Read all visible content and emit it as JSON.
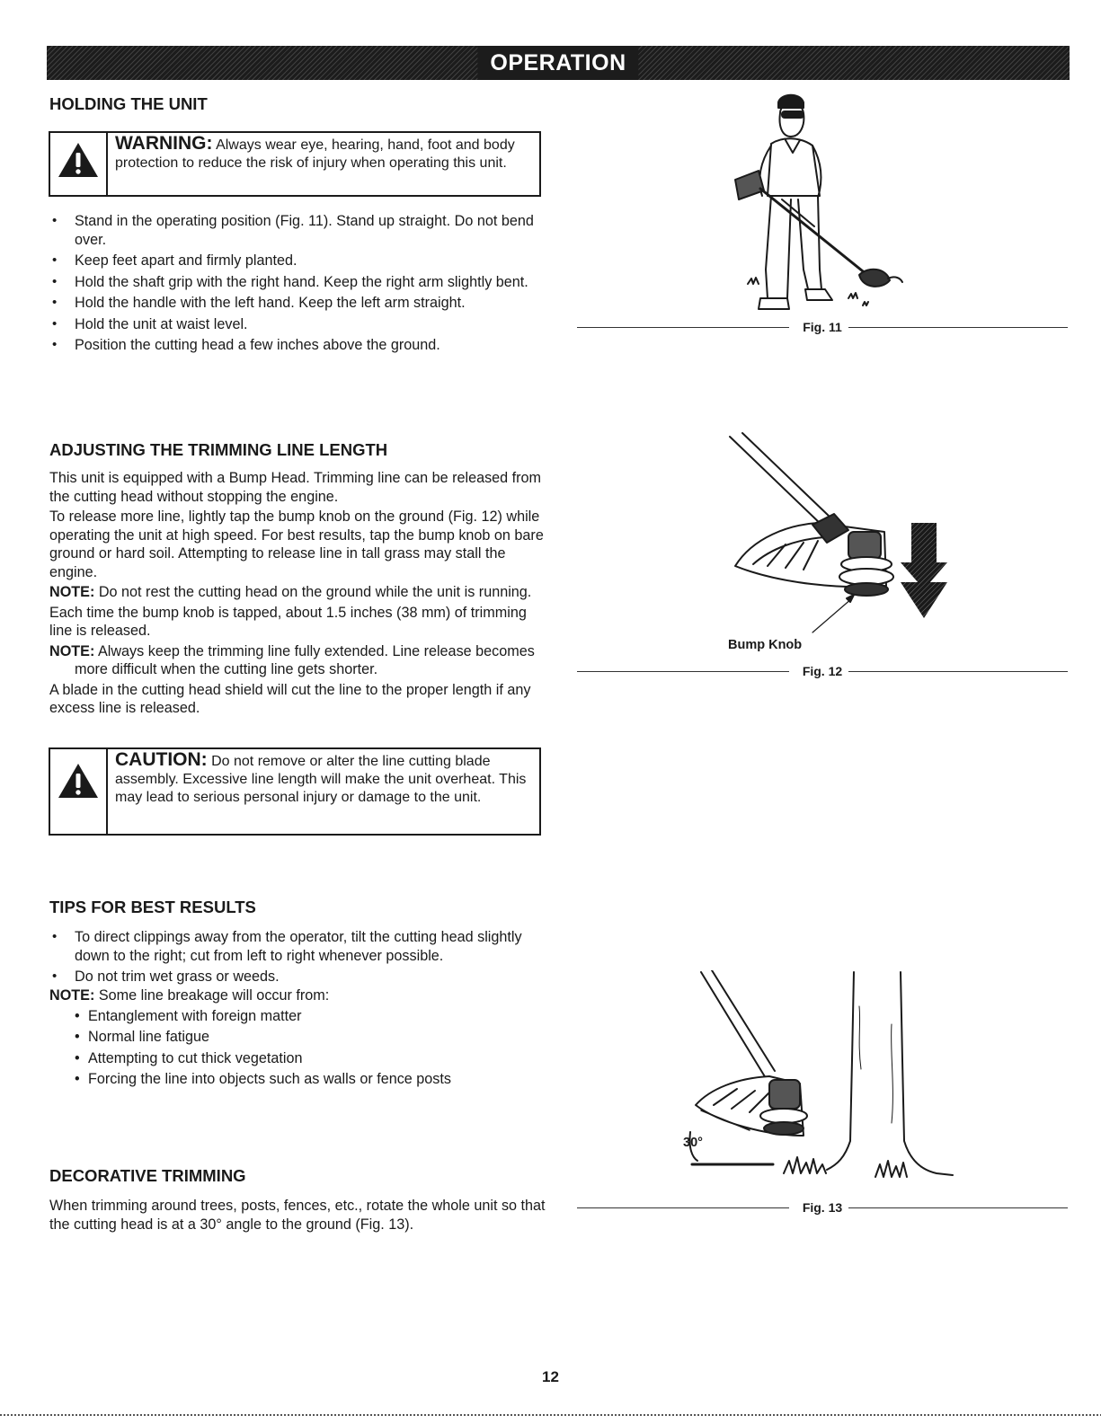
{
  "header": {
    "title": "OPERATION"
  },
  "holding": {
    "title": "HOLDING THE UNIT",
    "warning": {
      "label": "WARNING:",
      "text": " Always wear eye, hearing, hand, foot and body protection to reduce the risk of injury when operating this unit."
    },
    "bullets": [
      "Stand in the operating position (Fig. 11). Stand up straight. Do not bend over.",
      "Keep feet apart and firmly planted.",
      "Hold the shaft grip with the right hand. Keep the right arm slightly bent.",
      "Hold the handle with the left hand. Keep the left arm straight.",
      "Hold the unit at waist level.",
      "Position the cutting head a few inches above the ground."
    ]
  },
  "adjusting": {
    "title": "ADJUSTING THE TRIMMING LINE LENGTH",
    "p1": "This unit is equipped with a Bump Head. Trimming line can be released from the cutting head without stopping the engine.",
    "p2": "To release more line, lightly tap the bump knob on the ground (Fig. 12) while operating the unit at high speed. For best results, tap the bump knob on bare ground or hard soil. Attempting to release line in tall grass may stall the engine.",
    "note1_label": "NOTE:",
    "note1_text": " Do not rest the cutting head on the ground while the unit is running.",
    "p3": "Each time the bump knob is tapped, about 1.5 inches (38 mm) of trimming line is released.",
    "note2_label": "NOTE:",
    "note2_text": " Always keep the trimming line fully extended. Line release becomes more difficult when the cutting line gets shorter.",
    "p4": "A blade in the cutting head shield will cut the line to the proper length if any excess line is released.",
    "caution": {
      "label": "CAUTION:",
      "text": " Do not remove or alter the line cutting blade assembly. Excessive line length will make the unit overheat. This may lead to serious personal injury or damage to the unit."
    }
  },
  "tips": {
    "title": "TIPS FOR BEST RESULTS",
    "bullets": [
      "To direct clippings away from the operator, tilt the cutting head slightly down to the right; cut from left to right whenever possible.",
      "Do not trim wet grass or weeds."
    ],
    "note_label": "NOTE:",
    "note_text": " Some line breakage will occur from:",
    "sub_bullets": [
      "Entanglement with foreign matter",
      "Normal line fatigue",
      "Attempting to cut thick vegetation",
      "Forcing the line into objects such as walls or fence posts"
    ]
  },
  "decorative": {
    "title": "DECORATIVE TRIMMING",
    "text": "When trimming around trees, posts, fences, etc., rotate the whole unit so that the cutting head is at a 30° angle to the ground (Fig. 13)."
  },
  "figures": {
    "fig11": "Fig. 11",
    "fig12": "Fig. 12",
    "fig12_label": "Bump Knob",
    "fig13": "Fig. 13",
    "fig13_angle": "30°"
  },
  "footer": {
    "page_number": "12"
  }
}
